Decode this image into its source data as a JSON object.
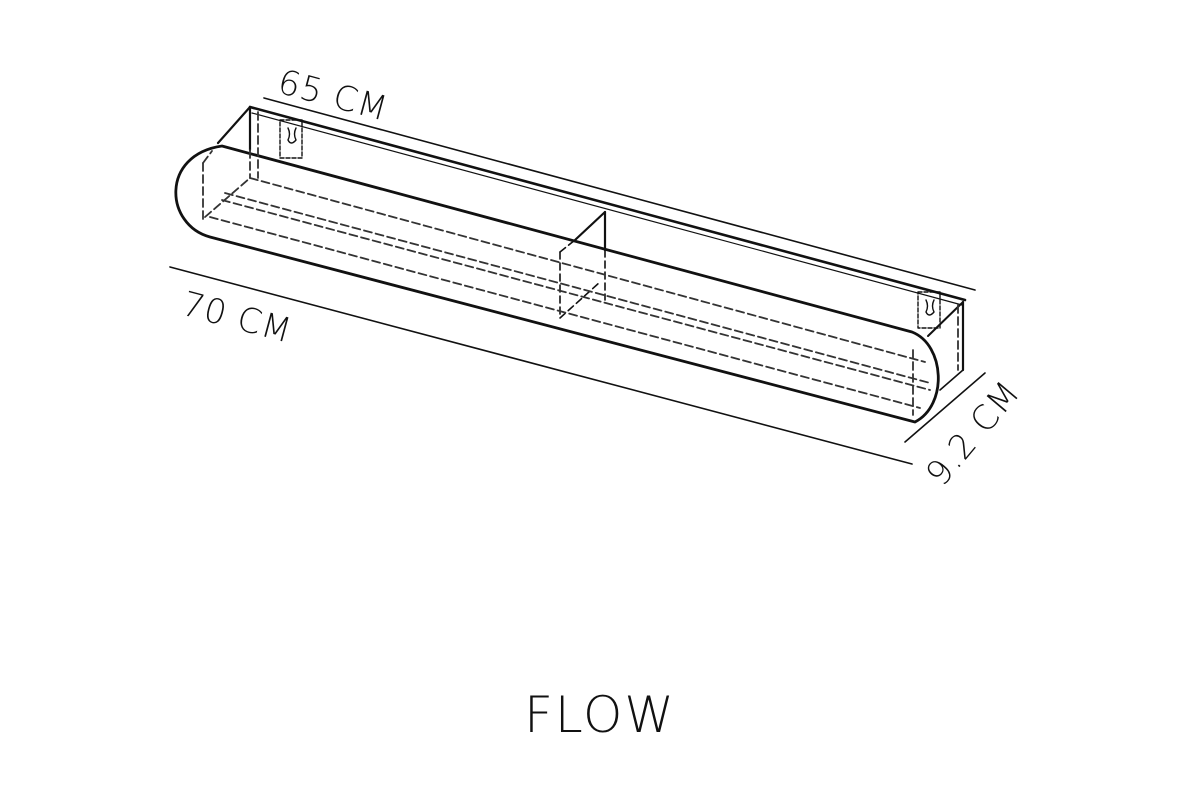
{
  "diagram": {
    "product_name": "FLOW",
    "dimensions": {
      "back_length": "65 CM",
      "front_length": "70 CM",
      "depth": "9.2 CM"
    }
  }
}
